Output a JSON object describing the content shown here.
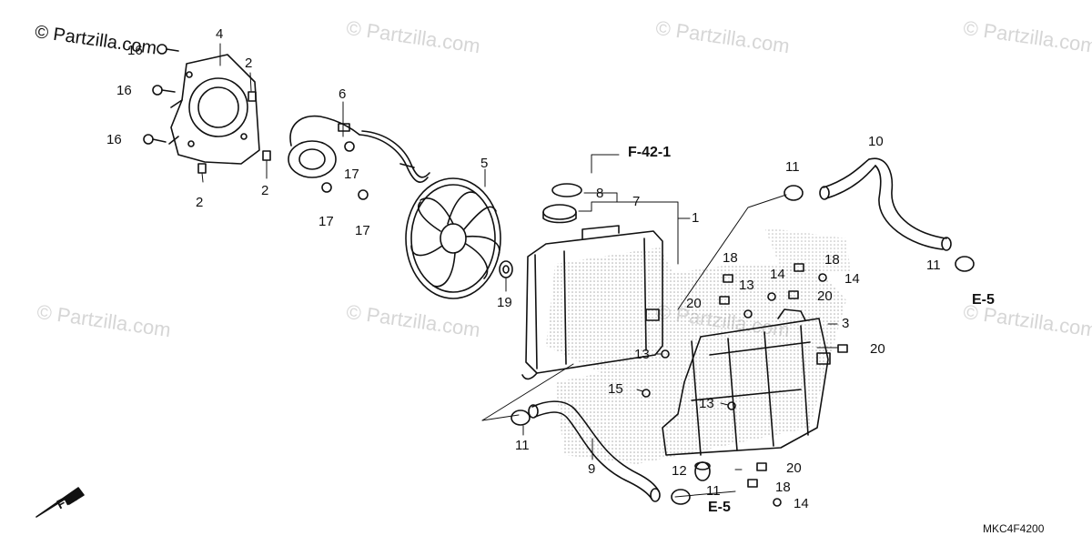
{
  "watermark": {
    "corner": "© Partzilla.com",
    "repeat": "© Partzilla.com"
  },
  "refs": {
    "f42": "F-42-1",
    "e5_right": "E-5",
    "e5_bottom": "E-5"
  },
  "direction_label": "FR.",
  "diagram_code": "MKC4F4200",
  "callouts": [
    {
      "id": "c1",
      "text": "1"
    },
    {
      "id": "c2a",
      "text": "2"
    },
    {
      "id": "c2b",
      "text": "2"
    },
    {
      "id": "c2c",
      "text": "2"
    },
    {
      "id": "c3",
      "text": "3"
    },
    {
      "id": "c4",
      "text": "4"
    },
    {
      "id": "c5",
      "text": "5"
    },
    {
      "id": "c6",
      "text": "6"
    },
    {
      "id": "c7",
      "text": "7"
    },
    {
      "id": "c8",
      "text": "8"
    },
    {
      "id": "c9",
      "text": "9"
    },
    {
      "id": "c10",
      "text": "10"
    },
    {
      "id": "c11a",
      "text": "11"
    },
    {
      "id": "c11b",
      "text": "11"
    },
    {
      "id": "c11c",
      "text": "11"
    },
    {
      "id": "c11d",
      "text": "11"
    },
    {
      "id": "c12",
      "text": "12"
    },
    {
      "id": "c13a",
      "text": "13"
    },
    {
      "id": "c13b",
      "text": "13"
    },
    {
      "id": "c13c",
      "text": "13"
    },
    {
      "id": "c14a",
      "text": "14"
    },
    {
      "id": "c14b",
      "text": "14"
    },
    {
      "id": "c14c",
      "text": "14"
    },
    {
      "id": "c15",
      "text": "15"
    },
    {
      "id": "c16a",
      "text": "16"
    },
    {
      "id": "c16b",
      "text": "16"
    },
    {
      "id": "c16c",
      "text": "16"
    },
    {
      "id": "c17a",
      "text": "17"
    },
    {
      "id": "c17b",
      "text": "17"
    },
    {
      "id": "c17c",
      "text": "17"
    },
    {
      "id": "c18a",
      "text": "18"
    },
    {
      "id": "c18b",
      "text": "18"
    },
    {
      "id": "c18c",
      "text": "18"
    },
    {
      "id": "c19",
      "text": "19"
    },
    {
      "id": "c20a",
      "text": "20"
    },
    {
      "id": "c20b",
      "text": "20"
    },
    {
      "id": "c20c",
      "text": "20"
    },
    {
      "id": "c20d",
      "text": "20"
    }
  ]
}
